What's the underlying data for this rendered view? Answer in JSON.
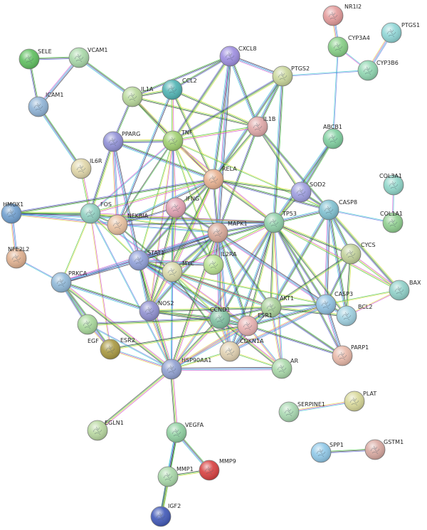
{
  "nodes": [
    {
      "id": "NR1I2",
      "color": "#e39a9a"
    },
    {
      "id": "PTGS1",
      "color": "#8fd6d6"
    },
    {
      "id": "CYP3A4",
      "color": "#86cf86"
    },
    {
      "id": "CYP3B6",
      "color": "#8fd6b0"
    },
    {
      "id": "SELE",
      "color": "#5fbf5f"
    },
    {
      "id": "VCAM1",
      "color": "#a8d8a8"
    },
    {
      "id": "CXCL8",
      "color": "#9d8de0"
    },
    {
      "id": "PTGS2",
      "color": "#c9d69a"
    },
    {
      "id": "IL1A",
      "color": "#b8d89a"
    },
    {
      "id": "CCL2",
      "color": "#4fb3b3"
    },
    {
      "id": "ICAM1",
      "color": "#8fb3d6"
    },
    {
      "id": "IL1B",
      "color": "#e0a8a8"
    },
    {
      "id": "ABCB1",
      "color": "#7fcf9f"
    },
    {
      "id": "PPARG",
      "color": "#8f8fd6"
    },
    {
      "id": "TNF",
      "color": "#9fcf6f"
    },
    {
      "id": "IL6R",
      "color": "#e0d6a8"
    },
    {
      "id": "RELA",
      "color": "#e8b08f"
    },
    {
      "id": "SOD2",
      "color": "#9d9de0"
    },
    {
      "id": "COL3A1",
      "color": "#8fd6c9"
    },
    {
      "id": "HMOX1",
      "color": "#6f9fcf"
    },
    {
      "id": "FOS",
      "color": "#8fcfc0"
    },
    {
      "id": "NFKBIA",
      "color": "#e8c09f"
    },
    {
      "id": "IFNG",
      "color": "#e0a0b0"
    },
    {
      "id": "CASP8",
      "color": "#7fc0d0"
    },
    {
      "id": "TP53",
      "color": "#8fcfa8"
    },
    {
      "id": "COL1A1",
      "color": "#8fcf8f"
    },
    {
      "id": "MAPK1",
      "color": "#d8a898"
    },
    {
      "id": "NFE2L2",
      "color": "#e0b08f"
    },
    {
      "id": "STAT1",
      "color": "#8f9fd8"
    },
    {
      "id": "IL2RA",
      "color": "#b8e08f"
    },
    {
      "id": "MYC",
      "color": "#d8d8a8"
    },
    {
      "id": "CYCS",
      "color": "#c0d098"
    },
    {
      "id": "PRKCA",
      "color": "#8fb8d8"
    },
    {
      "id": "BAX",
      "color": "#8fd0c8"
    },
    {
      "id": "NOS2",
      "color": "#8f8fd0"
    },
    {
      "id": "AKT1",
      "color": "#a8d098"
    },
    {
      "id": "CASP3",
      "color": "#8fc0e0"
    },
    {
      "id": "BCL2",
      "color": "#9fd0e0"
    },
    {
      "id": "CCND1",
      "color": "#7fc0a0"
    },
    {
      "id": "ESR1",
      "color": "#e8b0b0"
    },
    {
      "id": "EGF",
      "color": "#a8d89a"
    },
    {
      "id": "CDKN1A",
      "color": "#e0d0b0"
    },
    {
      "id": "ESR2",
      "color": "#a89840"
    },
    {
      "id": "PARP1",
      "color": "#e8b8a8"
    },
    {
      "id": "HSP90AA1",
      "color": "#8f9fd0"
    },
    {
      "id": "AR",
      "color": "#a8d8a8"
    },
    {
      "id": "PLAT",
      "color": "#d8d898"
    },
    {
      "id": "SERPINE1",
      "color": "#a8d8b0"
    },
    {
      "id": "EGLN1",
      "color": "#b8d8a0"
    },
    {
      "id": "VEGFA",
      "color": "#8fd0a0"
    },
    {
      "id": "SPP1",
      "color": "#8fc8e8"
    },
    {
      "id": "GSTM1",
      "color": "#d8a8a0"
    },
    {
      "id": "MMP9",
      "color": "#d84040"
    },
    {
      "id": "MMP1",
      "color": "#a8d8a8"
    },
    {
      "id": "IGF2",
      "color": "#4058b8"
    }
  ],
  "edges": [
    [
      "NR1I2",
      "CYP3A4"
    ],
    [
      "CYP3A4",
      "CYP3B6"
    ],
    [
      "PTGS1",
      "CYP3B6"
    ],
    [
      "CYP3A4",
      "ABCB1"
    ],
    [
      "CYP3B6",
      "PTGS2"
    ],
    [
      "SELE",
      "VCAM1"
    ],
    [
      "SELE",
      "ICAM1"
    ],
    [
      "VCAM1",
      "ICAM1"
    ],
    [
      "VCAM1",
      "IL1A"
    ],
    [
      "ICAM1",
      "IL6R"
    ],
    [
      "IL6R",
      "FOS"
    ],
    [
      "IL1A",
      "CCL2"
    ],
    [
      "IL1A",
      "TNF"
    ],
    [
      "IL1A",
      "IL1B"
    ],
    [
      "IL1A",
      "RELA"
    ],
    [
      "IL1A",
      "CXCL8"
    ],
    [
      "CCL2",
      "TNF"
    ],
    [
      "CCL2",
      "CXCL8"
    ],
    [
      "CCL2",
      "IL1B"
    ],
    [
      "CCL2",
      "RELA"
    ],
    [
      "CXCL8",
      "PTGS2"
    ],
    [
      "CXCL8",
      "IL1B"
    ],
    [
      "CXCL8",
      "TNF"
    ],
    [
      "CXCL8",
      "RELA"
    ],
    [
      "CXCL8",
      "MAPK1"
    ],
    [
      "PTGS2",
      "IL1B"
    ],
    [
      "PTGS2",
      "TNF"
    ],
    [
      "PTGS2",
      "RELA"
    ],
    [
      "PTGS2",
      "TP53"
    ],
    [
      "IL1B",
      "TNF"
    ],
    [
      "IL1B",
      "RELA"
    ],
    [
      "IL1B",
      "SOD2"
    ],
    [
      "IL1B",
      "CASP8"
    ],
    [
      "IL1B",
      "MAPK1"
    ],
    [
      "PPARG",
      "TNF"
    ],
    [
      "PPARG",
      "RELA"
    ],
    [
      "PPARG",
      "FOS"
    ],
    [
      "PPARG",
      "NFKBIA"
    ],
    [
      "PPARG",
      "STAT1"
    ],
    [
      "TNF",
      "RELA"
    ],
    [
      "TNF",
      "NFKBIA"
    ],
    [
      "TNF",
      "IFNG"
    ],
    [
      "TNF",
      "MAPK1"
    ],
    [
      "TNF",
      "STAT1"
    ],
    [
      "TNF",
      "MYC"
    ],
    [
      "TNF",
      "NOS2"
    ],
    [
      "TNF",
      "FOS"
    ],
    [
      "TNF",
      "IL2RA"
    ],
    [
      "TNF",
      "CASP8"
    ],
    [
      "TNF",
      "TP53"
    ],
    [
      "TNF",
      "HSP90AA1"
    ],
    [
      "RELA",
      "NFKBIA"
    ],
    [
      "RELA",
      "IFNG"
    ],
    [
      "RELA",
      "MAPK1"
    ],
    [
      "RELA",
      "STAT1"
    ],
    [
      "RELA",
      "FOS"
    ],
    [
      "RELA",
      "TP53"
    ],
    [
      "RELA",
      "CASP8"
    ],
    [
      "RELA",
      "SOD2"
    ],
    [
      "RELA",
      "MYC"
    ],
    [
      "RELA",
      "NOS2"
    ],
    [
      "RELA",
      "HMOX1"
    ],
    [
      "ABCB1",
      "SOD2"
    ],
    [
      "ABCB1",
      "TP53"
    ],
    [
      "COL3A1",
      "COL1A1"
    ],
    [
      "HMOX1",
      "FOS"
    ],
    [
      "HMOX1",
      "NFE2L2"
    ],
    [
      "HMOX1",
      "NFKBIA"
    ],
    [
      "HMOX1",
      "TP53"
    ],
    [
      "FOS",
      "NFKBIA"
    ],
    [
      "FOS",
      "STAT1"
    ],
    [
      "FOS",
      "MAPK1"
    ],
    [
      "FOS",
      "MYC"
    ],
    [
      "FOS",
      "PRKCA"
    ],
    [
      "FOS",
      "ESR2"
    ],
    [
      "FOS",
      "TP53"
    ],
    [
      "FOS",
      "HSP90AA1"
    ],
    [
      "NFKBIA",
      "IFNG"
    ],
    [
      "NFKBIA",
      "STAT1"
    ],
    [
      "NFKBIA",
      "MAPK1"
    ],
    [
      "NFKBIA",
      "TP53"
    ],
    [
      "NFKBIA",
      "MYC"
    ],
    [
      "IFNG",
      "STAT1"
    ],
    [
      "IFNG",
      "MAPK1"
    ],
    [
      "IFNG",
      "IL2RA"
    ],
    [
      "IFNG",
      "NOS2"
    ],
    [
      "IFNG",
      "MYC"
    ],
    [
      "CASP8",
      "TP53"
    ],
    [
      "CASP8",
      "CASP3"
    ],
    [
      "CASP8",
      "CYCS"
    ],
    [
      "CASP8",
      "BCL2"
    ],
    [
      "CASP8",
      "BAX"
    ],
    [
      "CASP8",
      "AKT1"
    ],
    [
      "TP53",
      "MAPK1"
    ],
    [
      "TP53",
      "MYC"
    ],
    [
      "TP53",
      "AKT1"
    ],
    [
      "TP53",
      "CASP3"
    ],
    [
      "TP53",
      "BCL2"
    ],
    [
      "TP53",
      "BAX"
    ],
    [
      "TP53",
      "CYCS"
    ],
    [
      "TP53",
      "CCND1"
    ],
    [
      "TP53",
      "ESR1"
    ],
    [
      "TP53",
      "CDKN1A"
    ],
    [
      "TP53",
      "PARP1"
    ],
    [
      "TP53",
      "HSP90AA1"
    ],
    [
      "TP53",
      "AR"
    ],
    [
      "TP53",
      "SOD2"
    ],
    [
      "TP53",
      "STAT1"
    ],
    [
      "MAPK1",
      "STAT1"
    ],
    [
      "MAPK1",
      "MYC"
    ],
    [
      "MAPK1",
      "AKT1"
    ],
    [
      "MAPK1",
      "CCND1"
    ],
    [
      "MAPK1",
      "ESR1"
    ],
    [
      "MAPK1",
      "CASP3"
    ],
    [
      "MAPK1",
      "HSP90AA1"
    ],
    [
      "MAPK1",
      "IL2RA"
    ],
    [
      "MAPK1",
      "PRKCA"
    ],
    [
      "MAPK1",
      "NOS2"
    ],
    [
      "MAPK1",
      "CDKN1A"
    ],
    [
      "NFE2L2",
      "PRKCA"
    ],
    [
      "STAT1",
      "MYC"
    ],
    [
      "STAT1",
      "NOS2"
    ],
    [
      "STAT1",
      "HSP90AA1"
    ],
    [
      "STAT1",
      "PRKCA"
    ],
    [
      "STAT1",
      "CCND1"
    ],
    [
      "STAT1",
      "AKT1"
    ],
    [
      "STAT1",
      "ESR1"
    ],
    [
      "MYC",
      "CCND1"
    ],
    [
      "MYC",
      "CDKN1A"
    ],
    [
      "MYC",
      "AKT1"
    ],
    [
      "MYC",
      "ESR1"
    ],
    [
      "MYC",
      "HSP90AA1"
    ],
    [
      "MYC",
      "NOS2"
    ],
    [
      "MYC",
      "CASP3"
    ],
    [
      "CYCS",
      "CASP3"
    ],
    [
      "CYCS",
      "BAX"
    ],
    [
      "CYCS",
      "BCL2"
    ],
    [
      "CYCS",
      "AKT1"
    ],
    [
      "PRKCA",
      "EGF"
    ],
    [
      "PRKCA",
      "HSP90AA1"
    ],
    [
      "PRKCA",
      "ESR2"
    ],
    [
      "PRKCA",
      "NOS2"
    ],
    [
      "BAX",
      "BCL2"
    ],
    [
      "BAX",
      "CASP3"
    ],
    [
      "NOS2",
      "HSP90AA1"
    ],
    [
      "NOS2",
      "CCND1"
    ],
    [
      "NOS2",
      "AKT1"
    ],
    [
      "NOS2",
      "ESR1"
    ],
    [
      "AKT1",
      "CASP3"
    ],
    [
      "AKT1",
      "BCL2"
    ],
    [
      "AKT1",
      "CCND1"
    ],
    [
      "AKT1",
      "ESR1"
    ],
    [
      "AKT1",
      "CDKN1A"
    ],
    [
      "AKT1",
      "HSP90AA1"
    ],
    [
      "AKT1",
      "AR"
    ],
    [
      "AKT1",
      "PARP1"
    ],
    [
      "CASP3",
      "BCL2"
    ],
    [
      "CASP3",
      "PARP1"
    ],
    [
      "CASP3",
      "ESR1"
    ],
    [
      "CASP3",
      "CDKN1A"
    ],
    [
      "CCND1",
      "ESR1"
    ],
    [
      "CCND1",
      "CDKN1A"
    ],
    [
      "CCND1",
      "HSP90AA1"
    ],
    [
      "CCND1",
      "AR"
    ],
    [
      "CCND1",
      "EGF"
    ],
    [
      "ESR1",
      "CDKN1A"
    ],
    [
      "ESR1",
      "HSP90AA1"
    ],
    [
      "ESR1",
      "AR"
    ],
    [
      "ESR1",
      "ESR2"
    ],
    [
      "ESR1",
      "PARP1"
    ],
    [
      "EGF",
      "HSP90AA1"
    ],
    [
      "EGF",
      "ESR2"
    ],
    [
      "CDKN1A",
      "HSP90AA1"
    ],
    [
      "CDKN1A",
      "AR"
    ],
    [
      "ESR2",
      "HSP90AA1"
    ],
    [
      "HSP90AA1",
      "AR"
    ],
    [
      "HSP90AA1",
      "EGLN1"
    ],
    [
      "HSP90AA1",
      "VEGFA"
    ],
    [
      "PLAT",
      "SERPINE1"
    ],
    [
      "SPP1",
      "GSTM1"
    ],
    [
      "VEGFA",
      "MMP9"
    ],
    [
      "VEGFA",
      "MMP1"
    ],
    [
      "VEGFA",
      "IGF2"
    ],
    [
      "MMP9",
      "MMP1"
    ],
    [
      "MMP1",
      "IGF2"
    ],
    [
      "IL2RA",
      "STAT1"
    ],
    [
      "CCL2",
      "NFKBIA"
    ],
    [
      "IL1A",
      "PPARG"
    ],
    [
      "SOD2",
      "CASP8"
    ],
    [
      "COL1A1",
      "CASP8"
    ]
  ]
}
